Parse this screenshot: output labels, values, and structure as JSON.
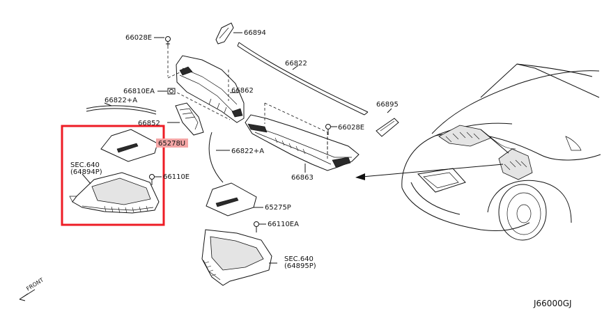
{
  "diagram_code": "J66000GJ",
  "direction_label": "FRONT",
  "colors": {
    "highlight_box": "#ee1c25",
    "highlight_label_bg": "#f4a6a6",
    "line": "#111111"
  },
  "labels": {
    "p66028e_top": "66028E",
    "p66894": "66894",
    "p66822": "66822",
    "p66810ea": "66810EA",
    "p66862": "66862",
    "p66822a_left": "66822+A",
    "p66895": "66895",
    "p66852": "66852",
    "p66028e_right": "66028E",
    "p65278u": "65278U",
    "p66822a_mid": "66822+A",
    "sec640_left": "SEC.640",
    "sec640_left_ref": "(64894P)",
    "p66110e": "66110E",
    "p66863": "66863",
    "p65275p": "65275P",
    "p66110ea": "66110EA",
    "sec640_right": "SEC.640",
    "sec640_right_ref": "(64895P)"
  }
}
